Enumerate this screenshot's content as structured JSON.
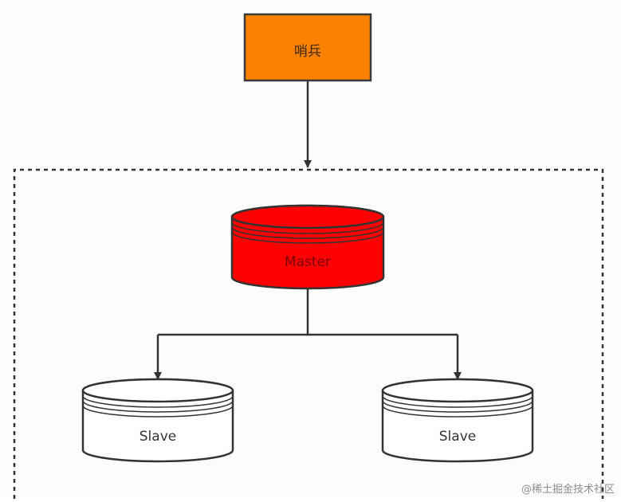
{
  "diagram": {
    "sentinel": {
      "label": "哨兵",
      "fill": "#fb8200",
      "stroke": "#3a3a3a"
    },
    "master": {
      "label": "Master",
      "fill": "#ff0000",
      "stroke": "#333333"
    },
    "slaves": [
      {
        "label": "Slave",
        "fill": "#ffffff",
        "stroke": "#333333"
      },
      {
        "label": "Slave",
        "fill": "#ffffff",
        "stroke": "#333333"
      }
    ],
    "connector_color": "#333333",
    "group_border_color": "#333333"
  },
  "watermark": {
    "text": "@稀土掘金技术社区"
  }
}
